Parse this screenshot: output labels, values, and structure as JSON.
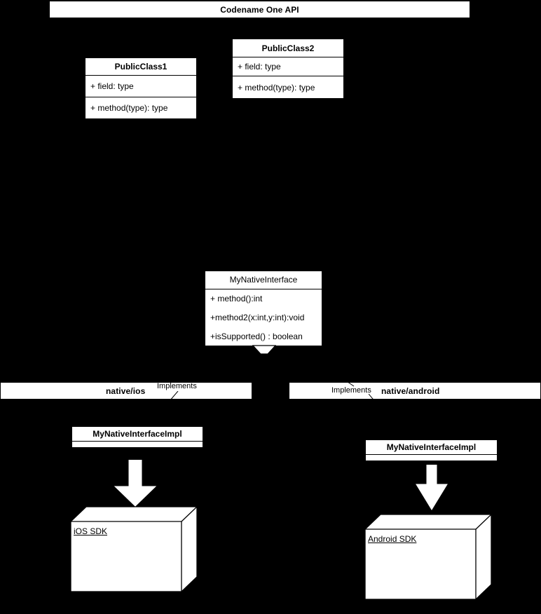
{
  "diagram": {
    "type": "uml-component-diagram",
    "background_color": "#000000",
    "fill_color": "#ffffff",
    "stroke_color": "#000000"
  },
  "api_package": {
    "title": "Codename One API"
  },
  "classes": [
    {
      "name": "PublicClass1",
      "field": "+ field: type",
      "method": "+ method(type): type"
    },
    {
      "name": "PublicClass2",
      "field": "+ field: type",
      "method": "+ method(type): type"
    }
  ],
  "interface": {
    "name": "MyNativeInterface",
    "methods": [
      "+ method():int",
      "+method2(x:int,y:int):void",
      "+isSupported() : boolean"
    ]
  },
  "platforms": [
    {
      "package_title": "native/ios",
      "relation_label": "Implements",
      "impl_class": "MyNativeInterfaceImpl",
      "sdk_label": "iOS SDK"
    },
    {
      "package_title": "native/android",
      "relation_label": "Implements",
      "impl_class": "MyNativeInterfaceImpl",
      "sdk_label": "Android SDK"
    }
  ]
}
